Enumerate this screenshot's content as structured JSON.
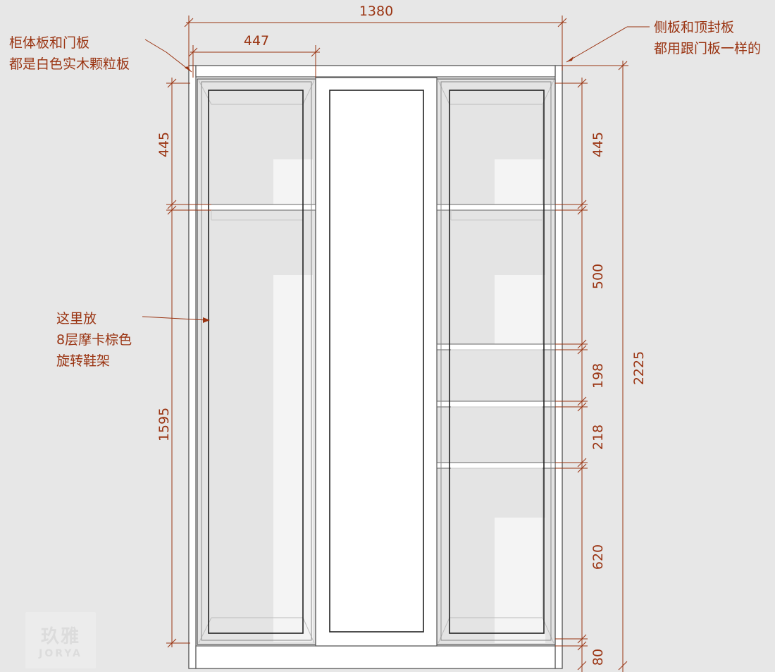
{
  "dimensions": {
    "total_width": "1380",
    "door_width": "447",
    "total_height": "2225",
    "left_top": "445",
    "left_lower": "1595",
    "right_1": "445",
    "right_2": "500",
    "right_3": "198",
    "right_4": "218",
    "right_5": "620",
    "plinth": "80"
  },
  "notes": {
    "board_note": [
      "柜体板和门板",
      "都是白色实木颗粒板"
    ],
    "side_note": [
      "侧板和顶封板",
      "都用跟门板一样的"
    ],
    "shoe_rack_note": [
      "这里放",
      "8层摩卡棕色",
      "旋转鞋架"
    ]
  },
  "watermark": {
    "cn": "玖雅",
    "en": "JORYA"
  },
  "colors": {
    "dimension": "#9a3412",
    "background": "#e7e7e7",
    "panel": "#ffffff",
    "outline": "#555555"
  }
}
